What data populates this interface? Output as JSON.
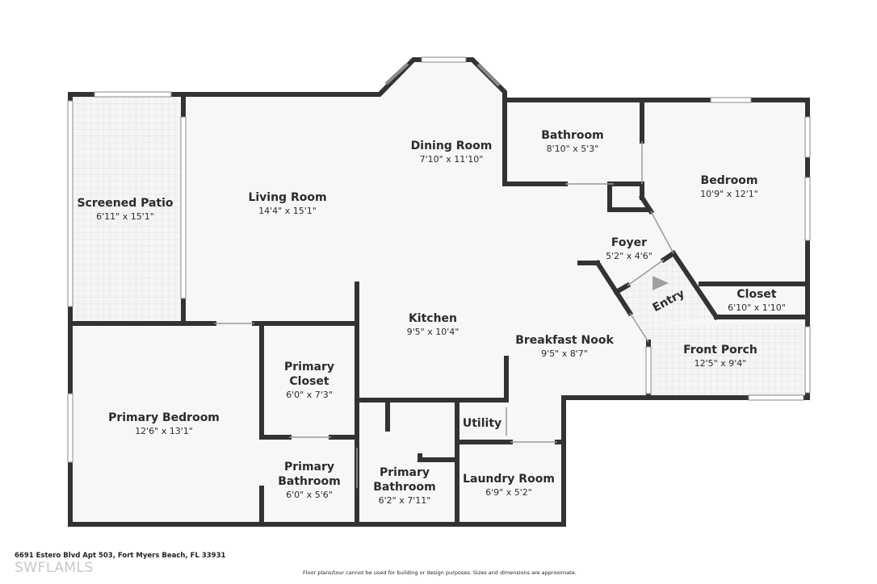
{
  "rooms": [
    {
      "id": "screened-patio",
      "name": "Screened Patio",
      "dims": "6'11\" x 15'1\""
    },
    {
      "id": "living-room",
      "name": "Living Room",
      "dims": "14'4\" x 15'1\""
    },
    {
      "id": "dining-room",
      "name": "Dining Room",
      "dims": "7'10\" x 11'10\""
    },
    {
      "id": "bathroom",
      "name": "Bathroom",
      "dims": "8'10\" x 5'3\""
    },
    {
      "id": "bedroom",
      "name": "Bedroom",
      "dims": "10'9\" x 12'1\""
    },
    {
      "id": "foyer",
      "name": "Foyer",
      "dims": "5'2\" x 4'6\""
    },
    {
      "id": "closet",
      "name": "Closet",
      "dims": "6'10\" x 1'10\""
    },
    {
      "id": "kitchen",
      "name": "Kitchen",
      "dims": "9'5\" x 10'4\""
    },
    {
      "id": "breakfast-nook",
      "name": "Breakfast Nook",
      "dims": "9'5\" x 8'7\""
    },
    {
      "id": "front-porch",
      "name": "Front Porch",
      "dims": "12'5\" x 9'4\""
    },
    {
      "id": "primary-closet",
      "name": "Primary Closet",
      "dims": "6'0\" x 7'3\""
    },
    {
      "id": "primary-bedroom",
      "name": "Primary Bedroom",
      "dims": "12'6\" x 13'1\""
    },
    {
      "id": "utility",
      "name": "Utility",
      "dims": ""
    },
    {
      "id": "primary-bathroom-1",
      "name": "Primary Bathroom",
      "dims": "6'0\" x 5'6\""
    },
    {
      "id": "primary-bathroom-2",
      "name": "Primary Bathroom",
      "dims": "6'2\" x 7'11\""
    },
    {
      "id": "laundry-room",
      "name": "Laundry Room",
      "dims": "6'9\" x 5'2\""
    }
  ],
  "entry_label": "Entry",
  "address": "6691 Estero Blvd Apt 503, Fort Myers Beach, FL 33931",
  "disclaimer": "Floor plans/tour cannot be used for building or design purposes. Sizes and dimensions are approximate.",
  "watermark": "SWFLAMLS",
  "colors": {
    "wall": "#333333",
    "floor": "#f7f7f7",
    "tile": "#e4e4e4",
    "entry_arrow": "#a0a0a0"
  }
}
